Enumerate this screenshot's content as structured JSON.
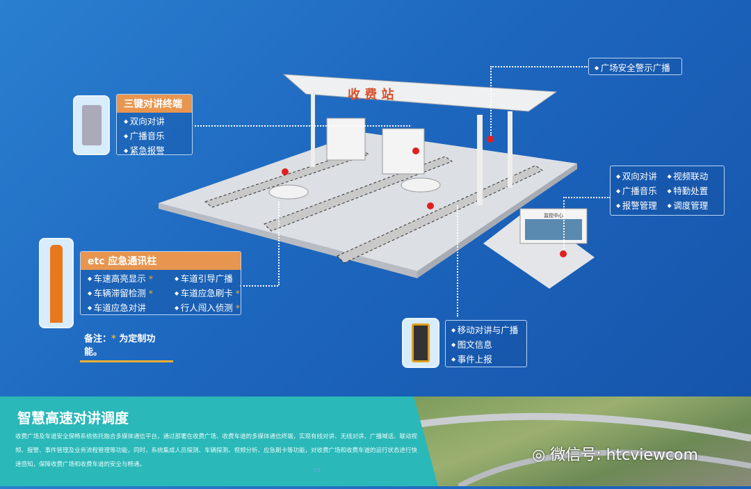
{
  "three_key": {
    "title": "三键对讲终端",
    "items": [
      "双向对讲",
      "广播音乐",
      "紧急报警"
    ]
  },
  "broadcast": {
    "label": "广场安全警示广播"
  },
  "control_center": {
    "items": [
      "双向对讲",
      "视频联动",
      "广播音乐",
      "特勤处置",
      "报警管理",
      "调度管理"
    ]
  },
  "etc_column": {
    "title": "etc 应急通讯柱",
    "items": [
      {
        "label": "车速高亮显示",
        "custom": "*"
      },
      {
        "label": "车道引导广播",
        "custom": ""
      },
      {
        "label": "车辆滞留检测",
        "custom": "*"
      },
      {
        "label": "车道应急刷卡",
        "custom": "*"
      },
      {
        "label": "车道应急对讲",
        "custom": ""
      },
      {
        "label": "行人闯入侦测",
        "custom": "*"
      }
    ]
  },
  "note": {
    "prefix": "备注：",
    "star": "*",
    "text": "为定制功能。"
  },
  "mobile": {
    "items": [
      "移动对讲与广播",
      "图文信息",
      "事件上报"
    ]
  },
  "toll_sign": "收 费 站",
  "monitor_label": "监控中心",
  "footer": {
    "title": "智慧高速对讲调度",
    "body": "收费广场及车道安全保畅系统依托融合多媒体通信平台，通过部署在收费广场、收费车道的多媒体通信终端，实现有线对讲、无线对讲、广播喊话、联动视频、报警、事件管理及业务流程管理等功能，同时，系统集成人员探测、车辆探测、视频分析、应急刷卡等功能，对收费广场和收费车道的运行状态进行快速感知，保障收费广场和收费车道的安全与畅通。",
    "page": "5/5"
  },
  "watermark": "微信号: htcviewcom",
  "colors": {
    "accent": "#e8954f",
    "teal": "#2ab8b8",
    "star": "#f0b030"
  }
}
